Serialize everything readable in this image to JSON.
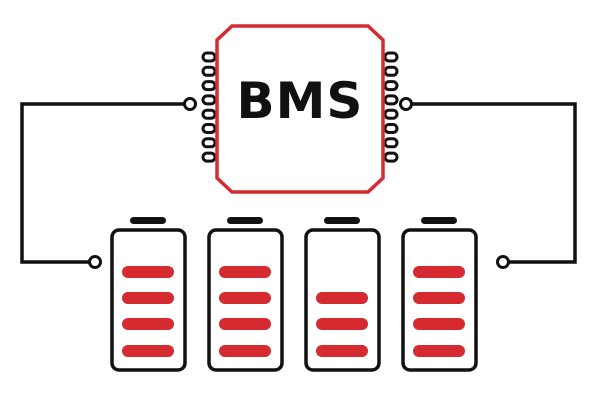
{
  "chip": {
    "label": "BMS",
    "pins_per_side": 8
  },
  "batteries": [
    {
      "name": "battery-1",
      "level": 4,
      "max_level": 4
    },
    {
      "name": "battery-2",
      "level": 4,
      "max_level": 4
    },
    {
      "name": "battery-3",
      "level": 3,
      "max_level": 4
    },
    {
      "name": "battery-4",
      "level": 4,
      "max_level": 4
    }
  ],
  "colors": {
    "accent": "#d42a30",
    "stroke": "#111111",
    "background": "#ffffff"
  }
}
